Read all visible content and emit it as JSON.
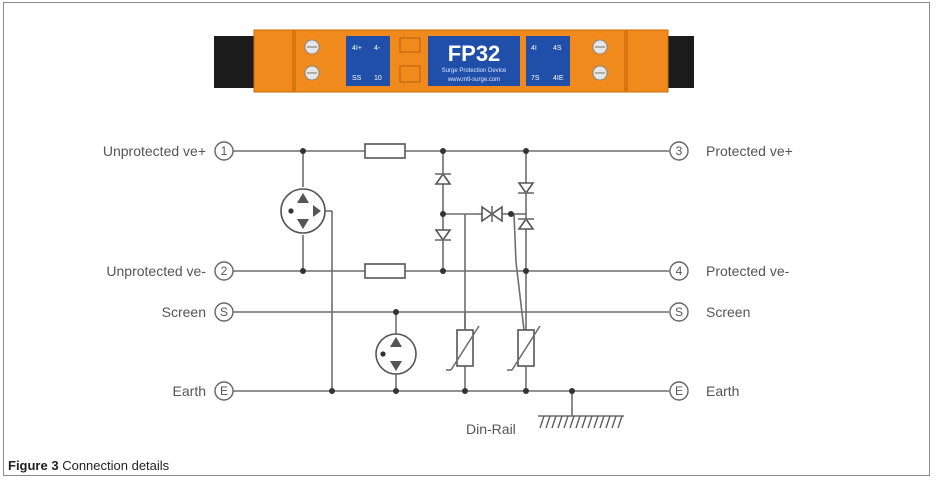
{
  "device": {
    "model": "FP32",
    "subtitle": "Surge Protection Device",
    "website": "www.mtl-surge.com",
    "left_terminals": [
      "4I+",
      "4-",
      "SS",
      "10"
    ],
    "right_terminals": [
      "4I",
      "4S",
      "7S",
      "4IE"
    ],
    "colors": {
      "body": "#f08a1c",
      "panel": "#1f4fa8",
      "end_cap": "#1b1b1b"
    }
  },
  "terminals": {
    "t1": "1",
    "t2": "2",
    "t3": "3",
    "t4": "4",
    "s_left": "S",
    "s_right": "S",
    "e_left": "E",
    "e_right": "E"
  },
  "labels": {
    "unprotected_pos": "Unprotected ve+",
    "unprotected_neg": "Unprotected ve-",
    "screen_left": "Screen",
    "earth_left": "Earth",
    "protected_pos": "Protected ve+",
    "protected_neg": "Protected ve-",
    "screen_right": "Screen",
    "earth_right": "Earth",
    "din_rail": "Din-Rail"
  },
  "caption": {
    "figure": "Figure 3",
    "text": "Connection details"
  }
}
